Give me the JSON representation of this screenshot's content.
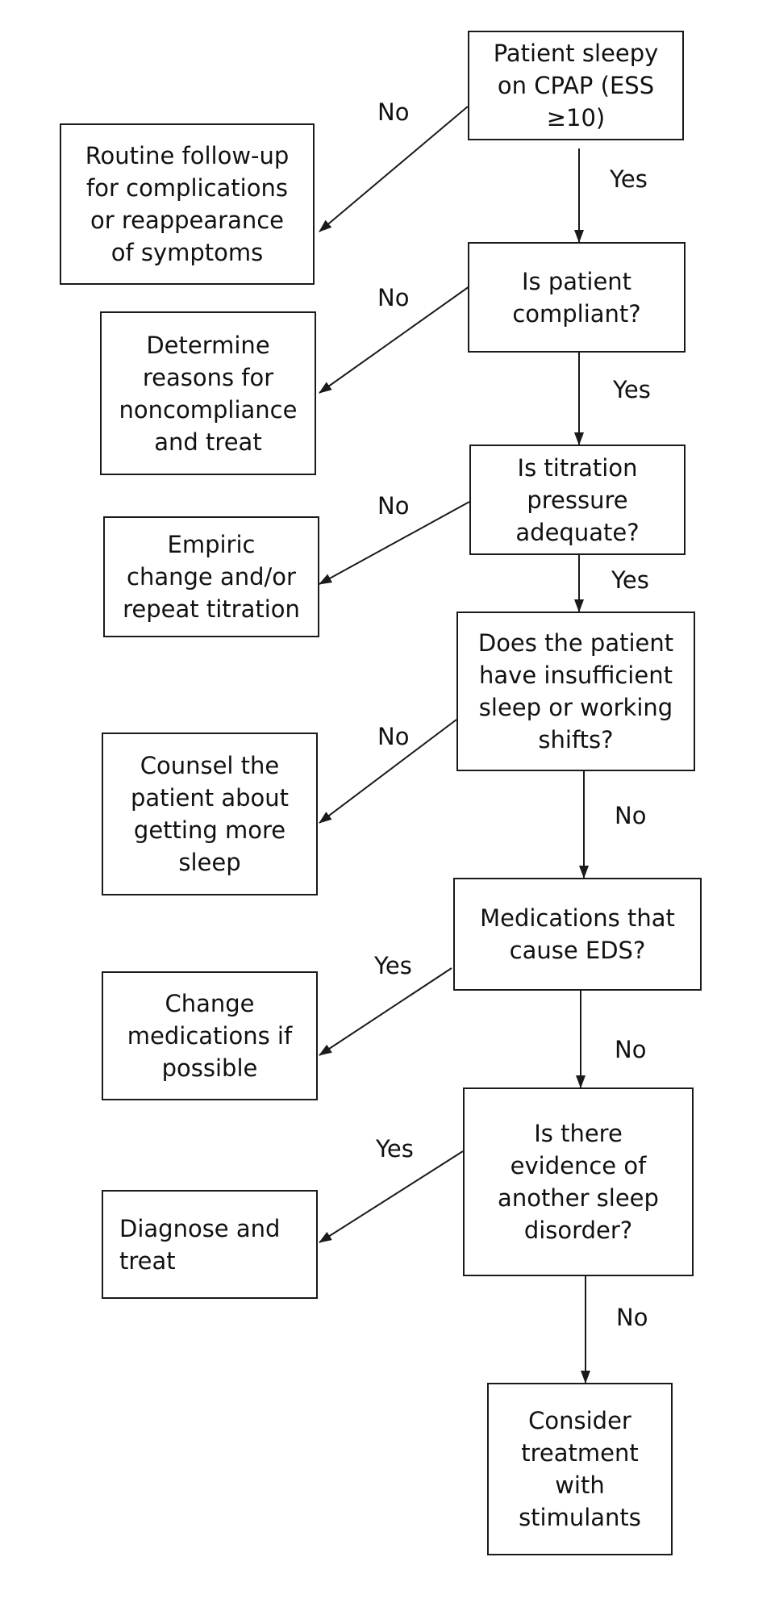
{
  "nodes": {
    "sleepy": "Patient sleepy\non CPAP (ESS\n≥10)",
    "compliant": "Is patient\ncompliant?",
    "titration": "Is titration\npressure\nadequate?",
    "insufficient": "Does the patient\nhave insufficient\nsleep or working\nshifts?",
    "medications": "Medications that\ncause EDS?",
    "evidence": "Is there\nevidence of\nanother sleep\ndisorder?",
    "stimulants": "Consider\ntreatment\nwith\nstimulants",
    "routine": "Routine follow-up\nfor complications\nor reappearance\nof symptoms",
    "determine": "Determine\nreasons for\nnoncompliance\nand treat",
    "empiric": "Empiric\nchange and/or\nrepeat titration",
    "counsel": "Counsel the\npatient about\ngetting more\nsleep",
    "change_meds": "Change\nmedications if\npossible",
    "diagnose": "Diagnose and\ntreat"
  },
  "edges": {
    "sleepy_no": "No",
    "sleepy_yes": "Yes",
    "compliant_no": "No",
    "compliant_yes": "Yes",
    "titration_no": "No",
    "titration_yes": "Yes",
    "insufficient_no_left": "No",
    "insufficient_no_down": "No",
    "medications_yes": "Yes",
    "medications_no": "No",
    "evidence_yes": "Yes",
    "evidence_no": "No"
  }
}
